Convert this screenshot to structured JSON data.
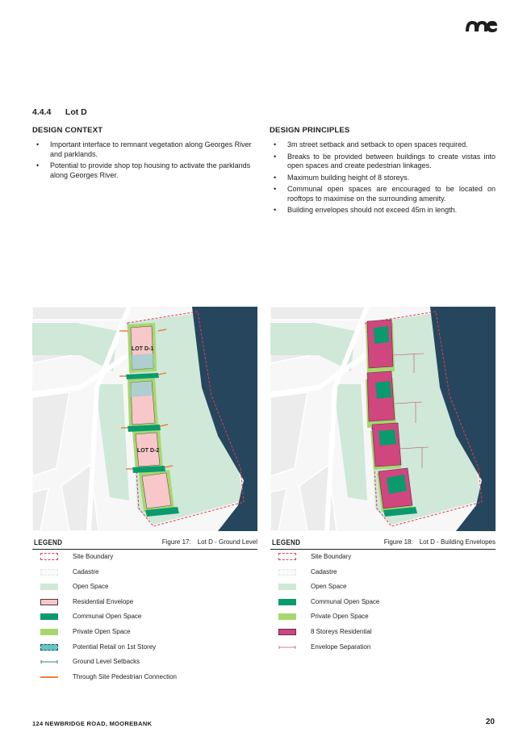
{
  "section": {
    "number": "4.4.4",
    "title": "Lot D"
  },
  "design_context": {
    "heading": "DESIGN CONTEXT",
    "bullets": [
      "Important interface to remnant vegetation along Georges River and parklands.",
      "Potential to provide shop top housing to activate the parklands along Georges River."
    ]
  },
  "design_principles": {
    "heading": "DESIGN PRINCIPLES",
    "bullets": [
      "3m street setback and setback to open spaces required.",
      "Breaks to be provided between buildings to create vistas into open spaces and create pedestrian linkages.",
      "Maximum building height of 8 storeys.",
      "Communal open spaces are encouraged to be located on rooftops to maximise on the surrounding amenity.",
      "Building envelopes should not exceed 45m in length."
    ]
  },
  "figure17": {
    "legend_title": "LEGEND",
    "fig_num": "Figure 17:",
    "caption": "Lot D - Ground Level",
    "lot_labels": [
      "LOT D-1",
      "LOT D-2"
    ],
    "legend": [
      {
        "label": "Site Boundary",
        "swatch": "boundary"
      },
      {
        "label": "Cadastre",
        "swatch": "cadastre"
      },
      {
        "label": "Open Space",
        "swatch": "open"
      },
      {
        "label": "Residential Envelope",
        "swatch": "residential"
      },
      {
        "label": "Communal Open Space",
        "swatch": "communal"
      },
      {
        "label": "Private Open Space",
        "swatch": "private"
      },
      {
        "label": "Potential Retail on 1st Storey",
        "swatch": "retail"
      },
      {
        "label": "Ground Level Setbacks",
        "swatch": "setback-line"
      },
      {
        "label": "Through Site Pedestrian Connection",
        "swatch": "pedestrian-line"
      }
    ]
  },
  "figure18": {
    "legend_title": "LEGEND",
    "fig_num": "Figure 18:",
    "caption": "Lot D - Building Envelopes",
    "legend": [
      {
        "label": "Site Boundary",
        "swatch": "boundary"
      },
      {
        "label": "Cadastre",
        "swatch": "cadastre"
      },
      {
        "label": "Open Space",
        "swatch": "open"
      },
      {
        "label": "Communal Open Space",
        "swatch": "communal"
      },
      {
        "label": "Private Open Space",
        "swatch": "private"
      },
      {
        "label": "8 Storeys Residential",
        "swatch": "storeys"
      },
      {
        "label": "Envelope Separation",
        "swatch": "separation-line"
      }
    ]
  },
  "colors": {
    "water": "#26465e",
    "open_space": "#cfe8d8",
    "residential": "#f8c7c9",
    "communal": "#0a9a6e",
    "private": "#a6d86e",
    "storeys": "#d0467e",
    "boundary": "#e43b55",
    "pedestrian": "#f07f3c"
  },
  "footer": {
    "left": "124 NEWBRIDGE ROAD, MOOREBANK",
    "page": "20"
  }
}
